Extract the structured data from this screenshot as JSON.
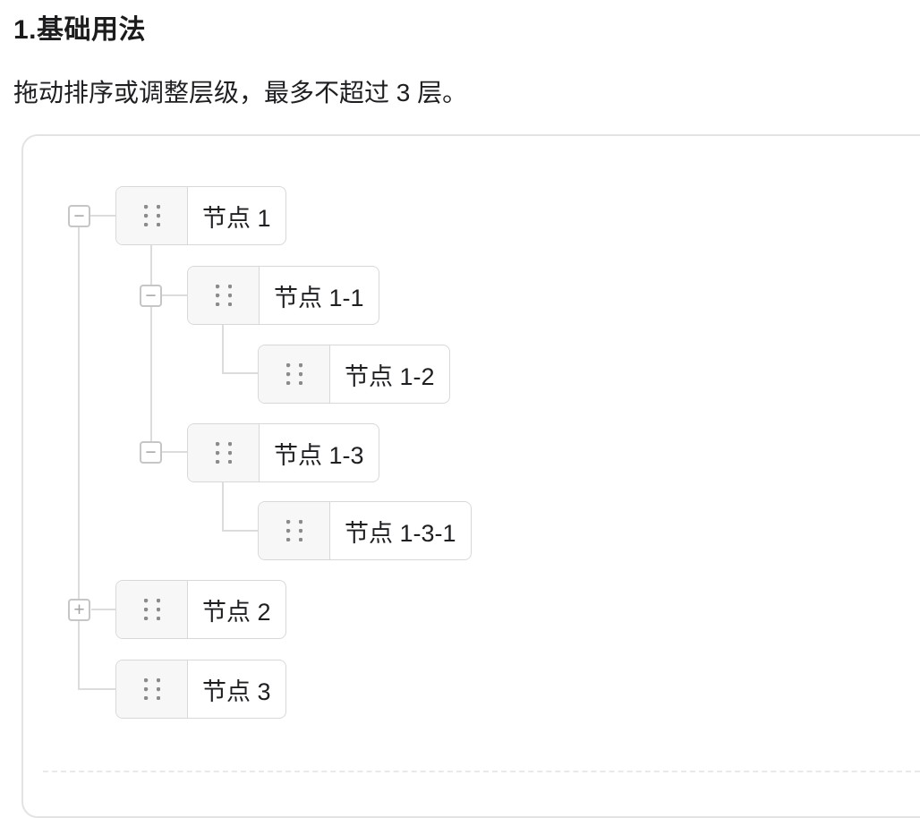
{
  "section": {
    "title": "1.基础用法",
    "description": "拖动排序或调整层级，最多不超过 3 层。"
  },
  "tree": {
    "nodes": [
      {
        "label": "节点 1",
        "level": 1,
        "toggle": "−",
        "state": "expanded"
      },
      {
        "label": "节点 1-1",
        "level": 2,
        "toggle": "−",
        "state": "expanded"
      },
      {
        "label": "节点 1-2",
        "level": 3
      },
      {
        "label": "节点 1-3",
        "level": 2,
        "toggle": "−",
        "state": "expanded"
      },
      {
        "label": "节点 1-3-1",
        "level": 3
      },
      {
        "label": "节点 2",
        "level": 1,
        "toggle": "+",
        "state": "collapsed"
      },
      {
        "label": "节点 3",
        "level": 1
      }
    ]
  },
  "colors": {
    "node_border": "#d8d8d8",
    "handle_background": "#f7f7f8",
    "handle_dots": "#8b8b8b",
    "connector_line": "#dcdcdc",
    "toggle_border": "#c6c6c6",
    "toggle_glyph": "#a3a3a3",
    "card_border": "#e3e3e3",
    "text": "#1f1f23"
  }
}
